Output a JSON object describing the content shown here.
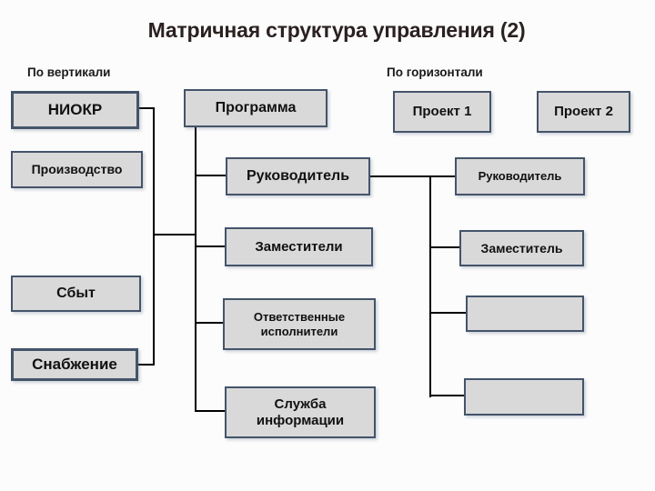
{
  "slide": {
    "title": "Матричная структура управления (2)",
    "axis_labels": {
      "vertical": "По вертикали",
      "horizontal": "По горизонтали"
    }
  },
  "colors": {
    "background": "#fcfcfc",
    "box_fill": "#d9d9d9",
    "box_border": "#44546a",
    "connector": "#000000",
    "title_text": "#2b2121",
    "label_text": "#1a1a1a"
  },
  "nodes": {
    "niokr": {
      "label": "НИОКР"
    },
    "proizvodstvo": {
      "label": "Производство"
    },
    "sbyt": {
      "label": "Сбыт"
    },
    "snabzhenie": {
      "label": "Снабжение"
    },
    "programma": {
      "label": "Программа"
    },
    "rukovoditel_mid": {
      "label": "Руководитель"
    },
    "zamestiteli": {
      "label": "Заместители"
    },
    "otvetstvennye": {
      "label": "Ответственные исполнители"
    },
    "sluzhba": {
      "label": "Служба информации"
    },
    "proekt1": {
      "label": "Проект 1"
    },
    "proekt2": {
      "label": "Проект 2"
    },
    "rukovoditel_right": {
      "label": "Руководитель"
    },
    "zamestitel_right": {
      "label": "Заместитель"
    },
    "empty_box_1": {
      "label": ""
    },
    "empty_box_2": {
      "label": ""
    }
  }
}
